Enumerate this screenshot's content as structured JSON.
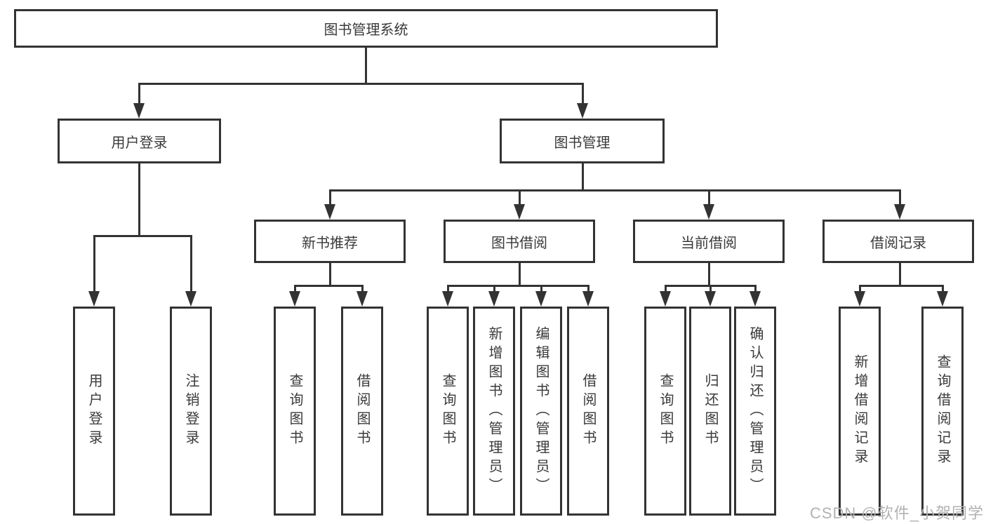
{
  "diagram_title": "图书管理系统",
  "tree": {
    "root": {
      "label": "图书管理系统"
    },
    "children": [
      {
        "label": "用户登录",
        "children": [
          {
            "label": "用户登录"
          },
          {
            "label": "注销登录"
          }
        ]
      },
      {
        "label": "图书管理",
        "children": [
          {
            "label": "新书推荐",
            "children": [
              {
                "label": "查询图书"
              },
              {
                "label": "借阅图书"
              }
            ]
          },
          {
            "label": "图书借阅",
            "children": [
              {
                "label": "查询图书"
              },
              {
                "label": "新增图书（管理员）"
              },
              {
                "label": "编辑图书（管理员）"
              },
              {
                "label": "借阅图书"
              }
            ]
          },
          {
            "label": "当前借阅",
            "children": [
              {
                "label": "查询图书"
              },
              {
                "label": "归还图书"
              },
              {
                "label": "确认归还（管理员）"
              }
            ]
          },
          {
            "label": "借阅记录",
            "children": [
              {
                "label": "新增借阅记录"
              },
              {
                "label": "查询借阅记录"
              }
            ]
          }
        ]
      }
    ]
  },
  "watermark": {
    "text": "CSDN @软件_小贺同学"
  },
  "colors": {
    "line": "#333333",
    "text": "#3a3a3a",
    "box_fill": "#ffffff",
    "background": "#ffffff",
    "watermark": "#b2b2b2"
  }
}
